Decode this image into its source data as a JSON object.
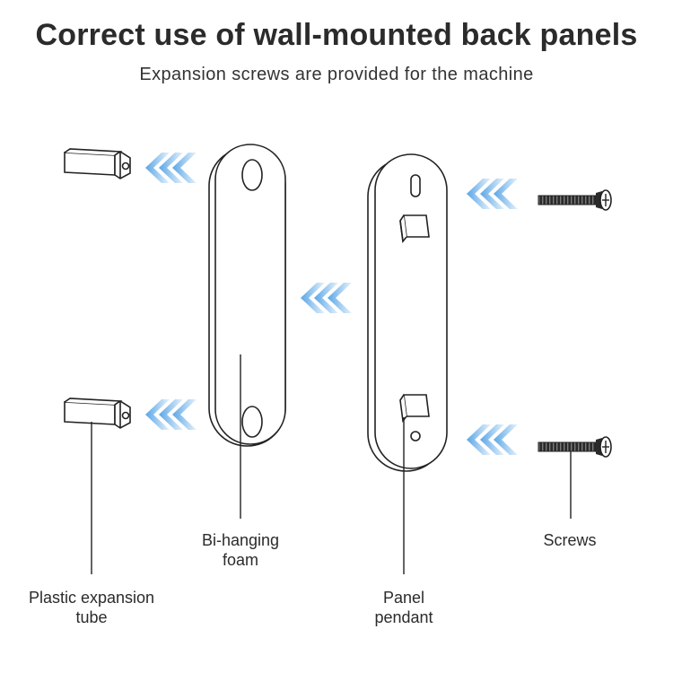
{
  "header": {
    "title": "Correct use of wall-mounted back panels",
    "subtitle": "Expansion screws are provided for the machine"
  },
  "labels": {
    "plastic_expansion_tube": [
      "Plastic expansion",
      "tube"
    ],
    "bi_hanging_foam": [
      "Bi-hanging",
      "foam"
    ],
    "panel_pendant": [
      "Panel",
      "pendant"
    ],
    "screws": [
      "Screws"
    ]
  },
  "colors": {
    "arrow": "#5aa6e6",
    "line": "#222222",
    "text": "#2b2b2b"
  },
  "icons": [
    "expansion-tube-icon",
    "screw-icon",
    "direction-arrow-icon"
  ]
}
